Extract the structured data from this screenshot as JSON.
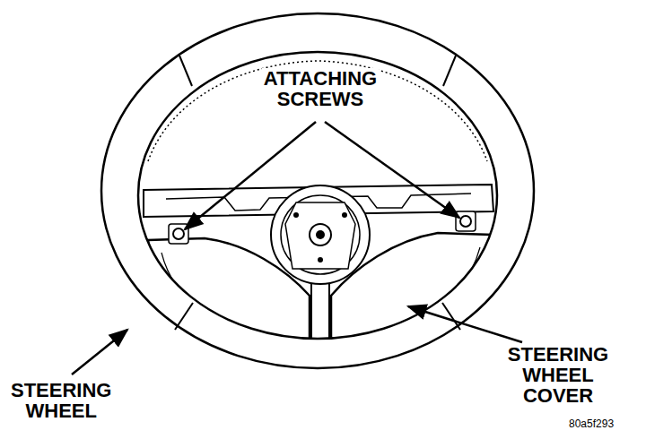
{
  "diagram": {
    "labels": [
      "ATTACHING SCREWS",
      "STEERING WHEEL",
      "STEERING WHEEL COVER",
      "80a5f293"
    ]
  }
}
